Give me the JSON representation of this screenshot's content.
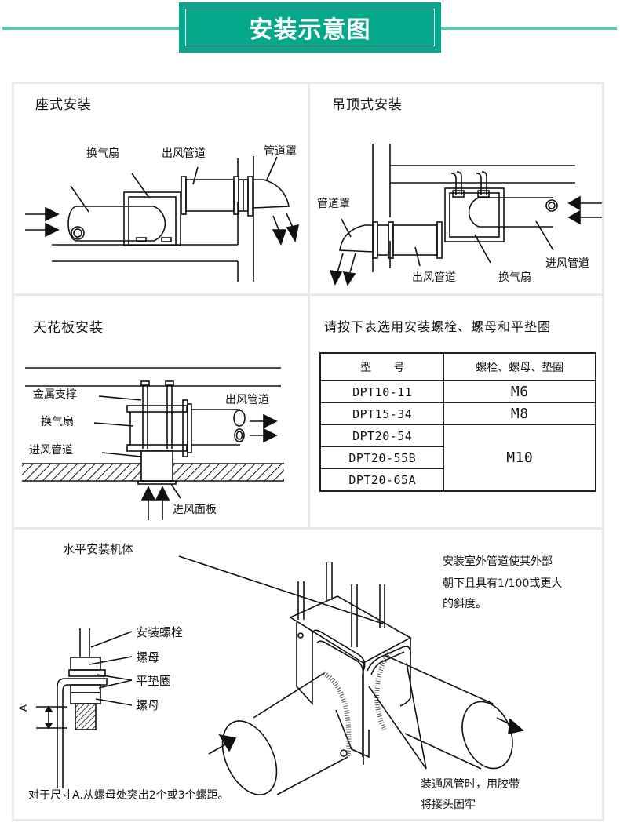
{
  "header": {
    "title": "安装示意图",
    "accent_color": "#05a88a",
    "line_color": "#5fc7b1"
  },
  "panels": {
    "seat": {
      "title": "座式安装",
      "labels": {
        "fan": "换气扇",
        "outlet_duct": "出风管道",
        "duct_hood": "管道罩"
      }
    },
    "ceiling_hung": {
      "title": "吊顶式安装",
      "labels": {
        "duct_hood": "管道罩",
        "outlet_duct": "出风管道",
        "fan": "换气扇",
        "inlet_duct": "进风管道"
      }
    },
    "ceiling_board": {
      "title": "天花板安装",
      "labels": {
        "metal_support": "金属支撑",
        "fan": "换气扇",
        "inlet_duct": "进风管道",
        "outlet_duct": "出风管道",
        "inlet_panel": "进风面板"
      }
    },
    "table": {
      "title": "请按下表选用安装螺栓、螺母和平垫圈",
      "headers": [
        "型　　号",
        "螺栓、螺母、垫圈"
      ],
      "rows": [
        {
          "model": "DPT10-11",
          "size": "M6"
        },
        {
          "model": "DPT15-34",
          "size": "M8"
        },
        {
          "model": "DPT20-54",
          "size": "M10"
        },
        {
          "model": "DPT20-55B",
          "size": "M10"
        },
        {
          "model": "DPT20-65A",
          "size": "M10"
        }
      ]
    },
    "horizontal": {
      "body_label": "水平安装机体",
      "bolt_labels": {
        "bolt": "安装螺栓",
        "nut_top": "螺母",
        "washer": "平垫圈",
        "nut_bottom": "螺母",
        "dim": "A"
      },
      "note_outdoor_line1": "安装室外管道使其外部",
      "note_outdoor_line2": "朝下且具有1/100或更大",
      "note_outdoor_line3": "的斜度。",
      "note_tape_line1": "装通风管时，用胶带",
      "note_tape_line2": "将接头固牢",
      "note_dim": "对于尺寸A.从螺母处突出2个或3个螺距。"
    }
  }
}
